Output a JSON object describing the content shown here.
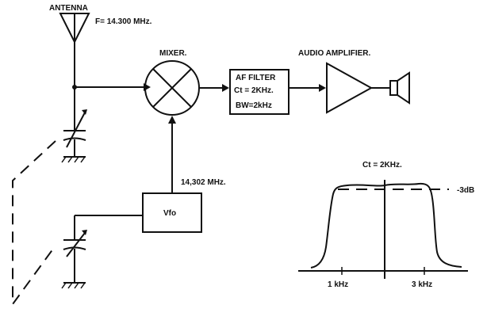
{
  "labels": {
    "antenna": "ANTENNA",
    "frequency": "F= 14.300 MHz.",
    "mixer": "MIXER.",
    "af_filter_title": "AF FILTER",
    "af_filter_cutoff": "Ct = 2KHz.",
    "af_filter_bandwidth": "BW=2kHz",
    "audio_amplifier": "AUDIO AMPLIFIER.",
    "vfo_frequency": "14,302 MHz.",
    "vfo": "Vfo"
  },
  "response_plot": {
    "title": "Ct = 2KHz.",
    "reference_level": "-3dB",
    "x_tick_labels": [
      "1 kHz",
      "3 kHz"
    ]
  },
  "colors": {
    "ink": "#111111",
    "paper": "#ffffff"
  }
}
